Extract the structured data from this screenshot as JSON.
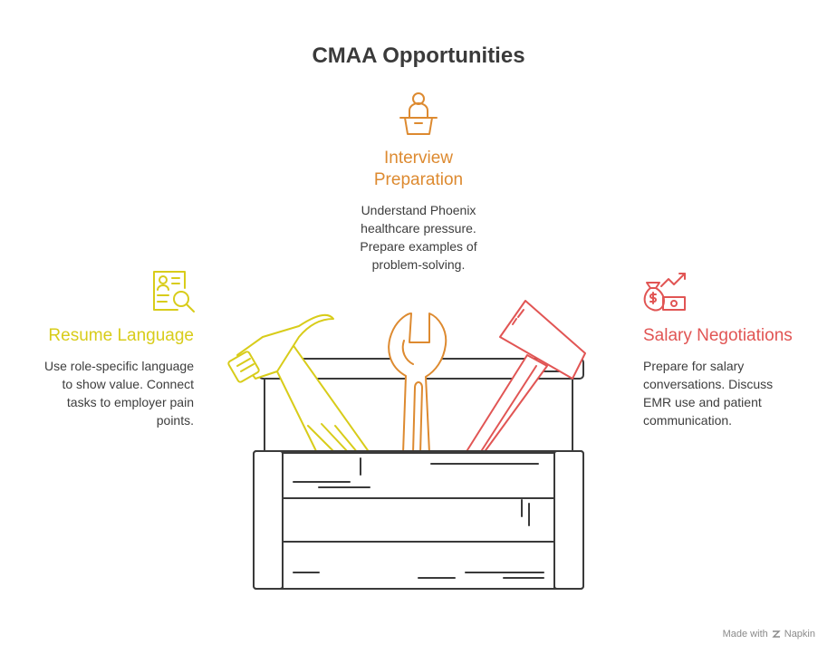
{
  "title": "CMAA Opportunities",
  "colors": {
    "interview": "#dd8a30",
    "resume": "#d8cc1a",
    "salary": "#e15554",
    "toolbox": "#3a3a3a"
  },
  "items": {
    "interview": {
      "icon": "podium-speaker-icon",
      "heading_line1": "Interview",
      "heading_line2": "Preparation",
      "lines": [
        "Understand Phoenix",
        "healthcare pressure.",
        "Prepare examples of",
        "problem-solving."
      ]
    },
    "resume": {
      "icon": "resume-search-icon",
      "heading": "Resume Language",
      "lines": [
        "Use role-specific language",
        "to show value. Connect",
        "tasks to employer pain",
        "points."
      ]
    },
    "salary": {
      "icon": "money-growth-icon",
      "heading": "Salary Negotiations",
      "lines": [
        "Prepare for salary",
        "conversations. Discuss",
        "EMR use and patient",
        "communication."
      ]
    }
  },
  "footer": {
    "made_with": "Made with",
    "brand": "Napkin"
  }
}
